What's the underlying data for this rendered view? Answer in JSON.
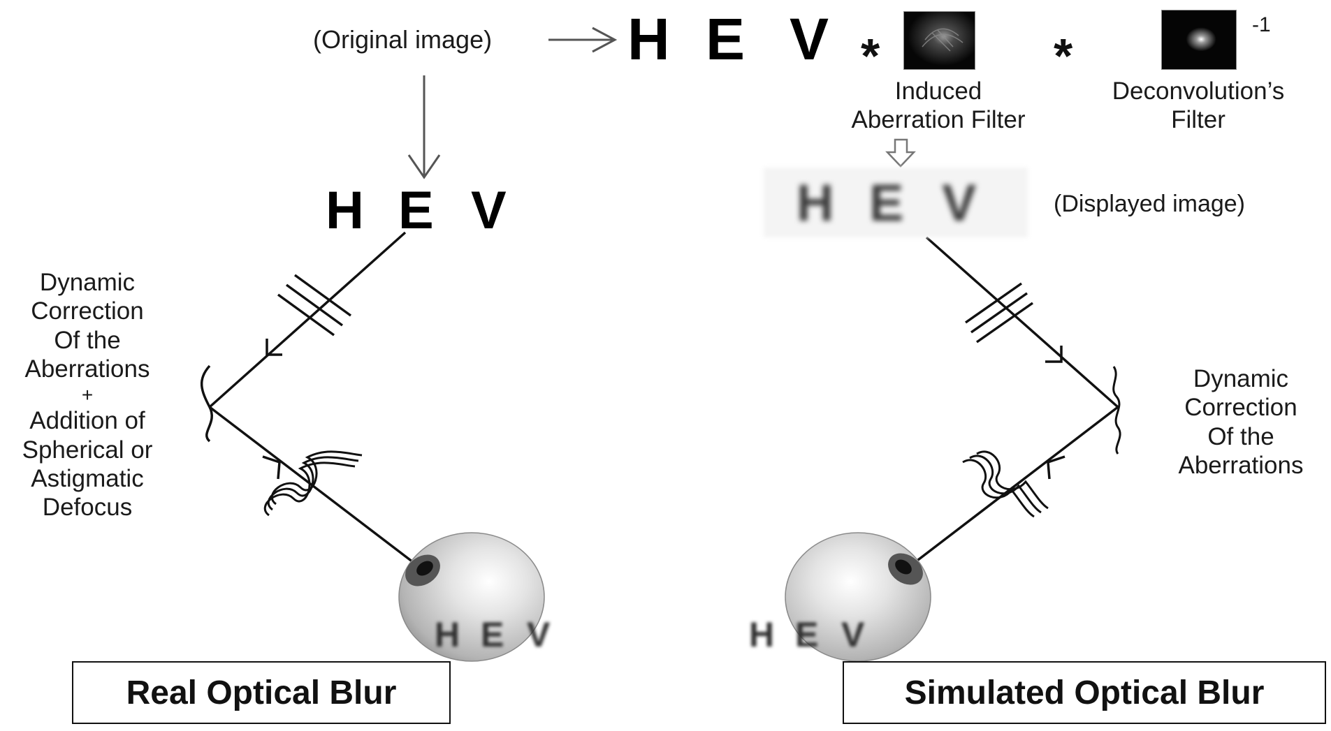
{
  "top": {
    "original_label": "(Original image)",
    "hev": [
      "H",
      "E",
      "V"
    ],
    "operator1": "*",
    "operator2": "*",
    "exponent": "-1"
  },
  "induced_filter": {
    "label_line1": "Induced",
    "label_line2": "Aberration Filter"
  },
  "deconv_filter": {
    "label_line1": "Deconvolution’s",
    "label_line2": "Filter"
  },
  "left_path": {
    "hev": [
      "H",
      "E",
      "V"
    ],
    "annotation": [
      "Dynamic",
      "Correction",
      "Of the",
      "Aberrations",
      "+",
      "Addition of",
      "Spherical or",
      "Astigmatic",
      "Defocus"
    ],
    "eye_hev": [
      "H",
      "E",
      "V"
    ],
    "box_label": "Real Optical Blur"
  },
  "right_path": {
    "displayed_label": "(Displayed image)",
    "hev": [
      "H",
      "E",
      "V"
    ],
    "annotation": [
      "Dynamic",
      "Correction",
      "Of the",
      "Aberrations"
    ],
    "eye_hev": [
      "H",
      "E",
      "V"
    ],
    "box_label": "Simulated Optical Blur"
  }
}
